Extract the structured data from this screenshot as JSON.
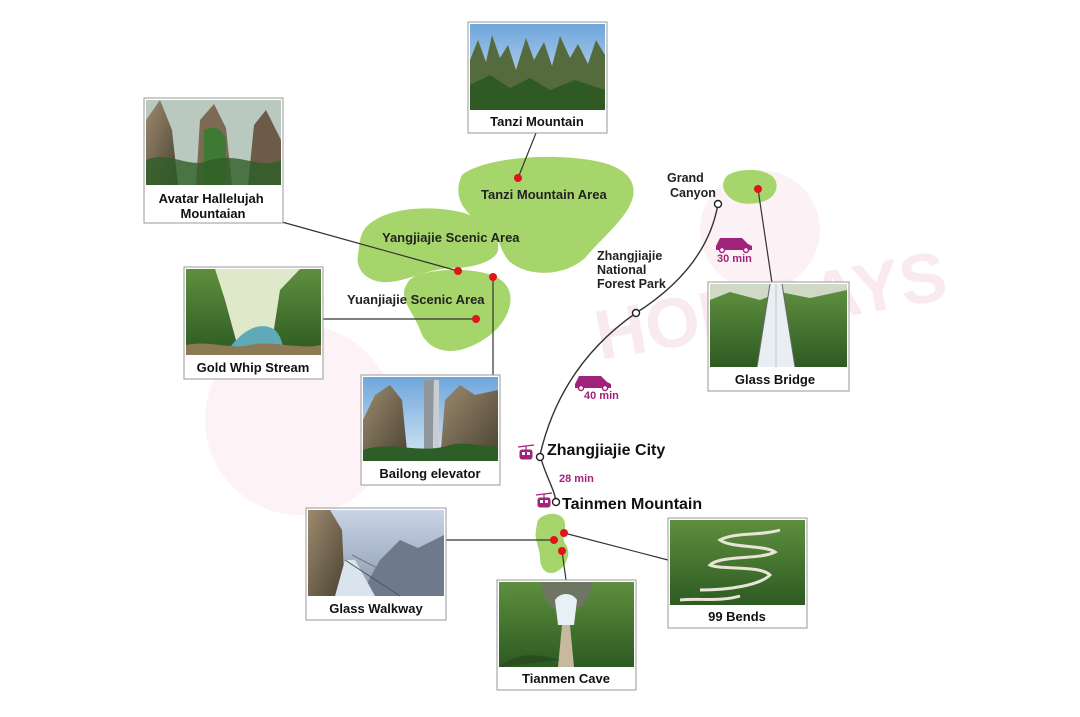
{
  "map": {
    "areas": {
      "tanzi": "Tanzi Mountain Area",
      "yangjiajie": "Yangjiajie Scenic Area",
      "yuanjiajie": "Yuanjiajie Scenic Area"
    },
    "places": {
      "grand_canyon": [
        "Grand",
        "Canyon"
      ],
      "national_forest_park": [
        "Zhangjiajie",
        "National",
        "Forest Park"
      ],
      "zhangjiajie_city": "Zhangjiajie City",
      "tianmen_mountain": "Tainmen Mountain"
    },
    "travel_times": {
      "forest_to_canyon": "30 min",
      "city_to_forest": "40 min",
      "city_to_tianmen": "28 min"
    },
    "attractions": {
      "tanzi_mountain": [
        "Tanzi Mountain"
      ],
      "avatar_hallelujah": [
        "Avatar Hallelujah",
        "Mountaian"
      ],
      "gold_whip_stream": [
        "Gold Whip Stream"
      ],
      "bailong_elevator": [
        "Bailong elevator"
      ],
      "glass_bridge": [
        "Glass Bridge"
      ],
      "glass_walkway": [
        "Glass Walkway"
      ],
      "tianmen_cave": [
        "Tianmen Cave"
      ],
      "ninety_nine_bends": [
        "99 Bends"
      ]
    }
  },
  "colors": {
    "land": "#a6d66b",
    "marker": "#e0141a",
    "accent": "#a0237a",
    "route": "#333333"
  },
  "icons": [
    "car-icon",
    "cable-car-icon",
    "red-pin-marker",
    "route-node"
  ]
}
